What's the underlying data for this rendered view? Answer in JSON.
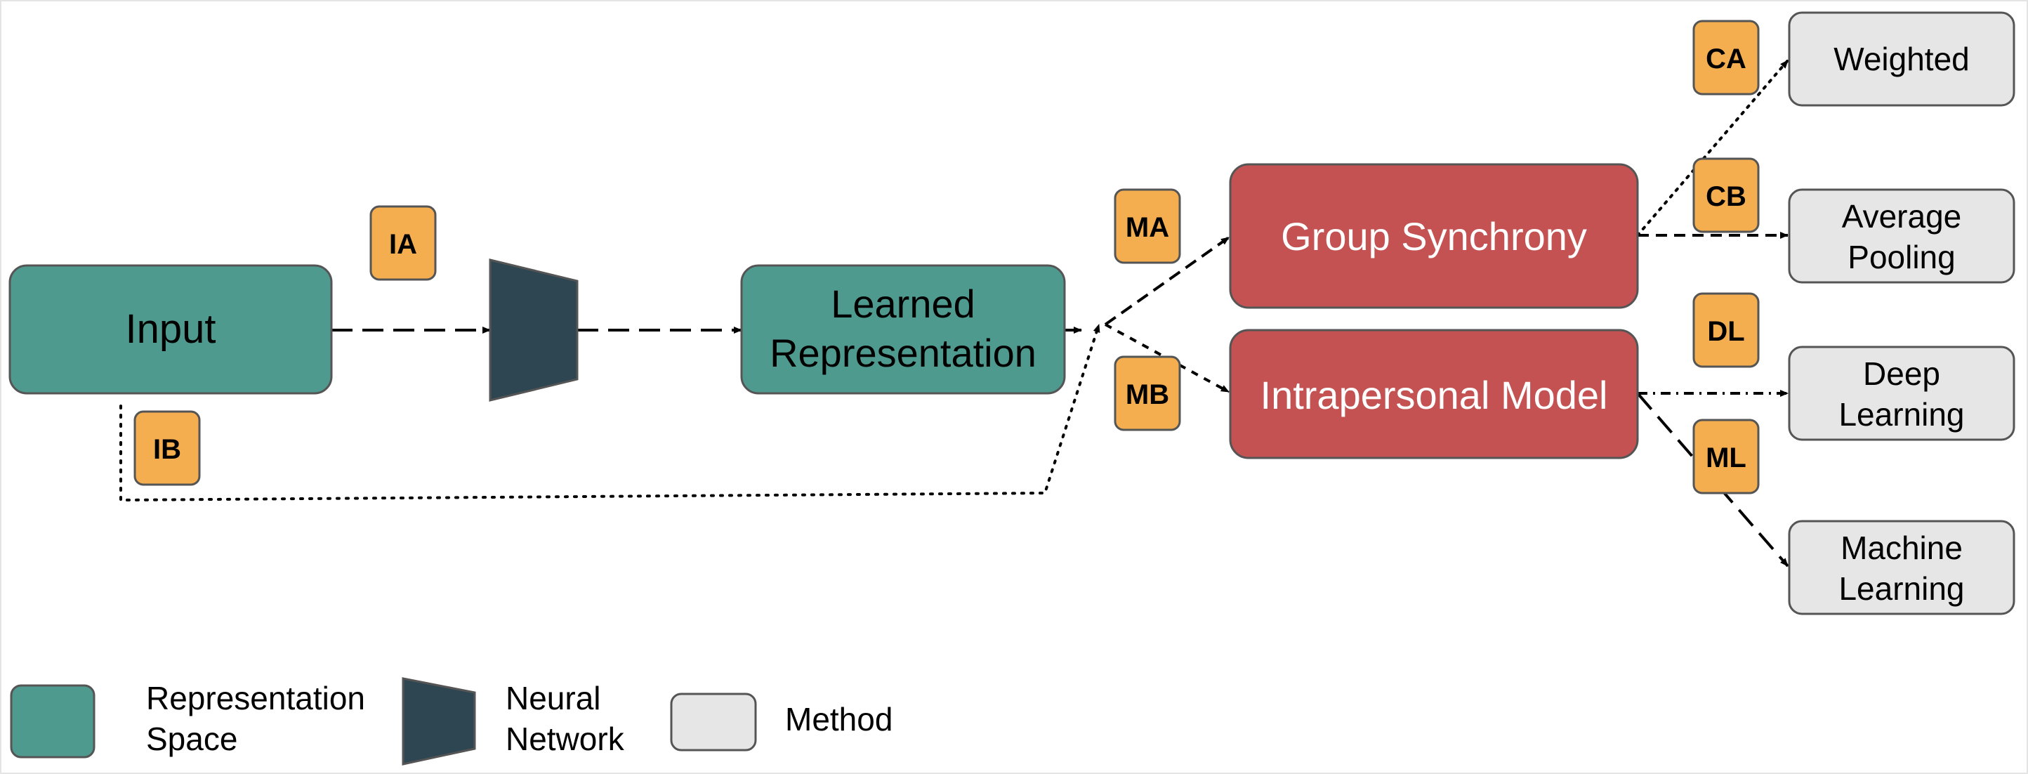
{
  "nodes": {
    "input": "Input",
    "learned_line1": "Learned",
    "learned_line2": "Representation",
    "group_sync": "Group Synchrony",
    "intrapersonal": "Intrapersonal Model",
    "weighted": "Weighted",
    "avg_line1": "Average",
    "avg_line2": "Pooling",
    "deep_line1": "Deep",
    "deep_line2": "Learning",
    "ml_line1": "Machine",
    "ml_line2": "Learning"
  },
  "tags": {
    "ia": "IA",
    "ib": "IB",
    "ma": "MA",
    "mb": "MB",
    "ca": "CA",
    "cb": "CB",
    "dl": "DL",
    "ml": "ML"
  },
  "legend": {
    "rep_line1": "Representation",
    "rep_line2": "Space",
    "nn_line1": "Neural",
    "nn_line2": "Network",
    "method": "Method"
  },
  "colors": {
    "representation": "#4f9a8f",
    "neural_network": "#2d4652",
    "model": "#c45252",
    "method": "#e6e6e6",
    "tag": "#f4ae4f",
    "stroke": "#555555"
  }
}
